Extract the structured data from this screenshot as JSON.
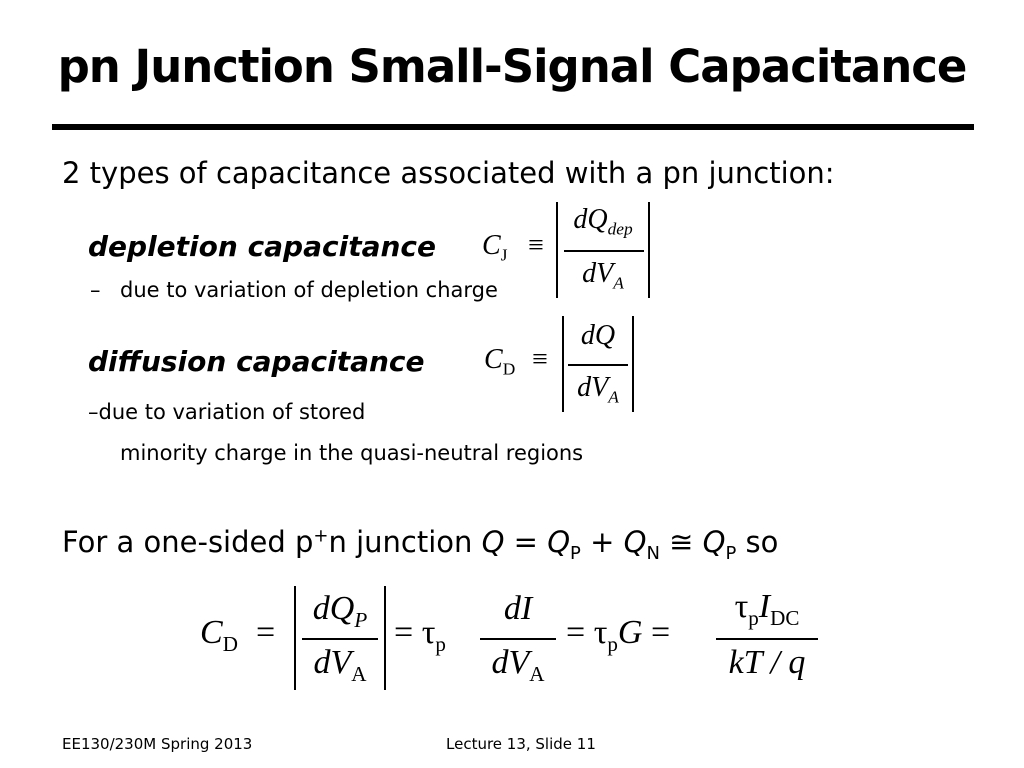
{
  "slide": {
    "title": "pn Junction Small-Signal Capacitance",
    "intro": "2 types of capacitance associated with a pn junction:",
    "depletion": {
      "heading": "depletion capacitance",
      "bullet_dash": "–",
      "bullet": "due to variation of depletion charge",
      "eq": {
        "lhs": "C",
        "lhs_sub": "J",
        "equiv": "≡",
        "num_d": "dQ",
        "num_sub": "dep",
        "den_d": "dV",
        "den_sub": "A"
      }
    },
    "diffusion": {
      "heading": "diffusion capacitance",
      "bullet_line1": "–due to variation of stored",
      "bullet_line2": "minority charge in the quasi-neutral regions",
      "eq": {
        "lhs": "C",
        "lhs_sub": "D",
        "equiv": "≡",
        "num": "dQ",
        "den_d": "dV",
        "den_sub": "A"
      }
    },
    "onesided": {
      "pre": "For a one-sided p",
      "sup": "+",
      "mid": "n junction ",
      "q": "Q",
      "eq1": " = ",
      "qp": "Q",
      "qp_sub": "P",
      "plus": " + ",
      "qn": "Q",
      "qn_sub": "N",
      "approx": " ≅ ",
      "qp2": "Q",
      "qp2_sub": "P",
      "post": " so"
    },
    "big_eq": {
      "cd": "C",
      "cd_sub": "D",
      "eq": "=",
      "f1_num": "dQ",
      "f1_num_sub": "P",
      "f1_den": "dV",
      "f1_den_sub": "A",
      "eq2": "=",
      "tau": "τ",
      "tau_sub": "p",
      "f2_num": "dI",
      "f2_den": "dV",
      "f2_den_sub": "A",
      "eq3": "=",
      "tau2": "τ",
      "tau2_sub": "p",
      "g": "G",
      "eq4": "=",
      "f3_tau": "τ",
      "f3_tau_sub": "p",
      "f3_i": "I",
      "f3_i_sub": "DC",
      "f3_den": "kT / q"
    }
  },
  "footer": {
    "left": "EE130/230M Spring 2013",
    "center": "Lecture 13, Slide 11"
  }
}
